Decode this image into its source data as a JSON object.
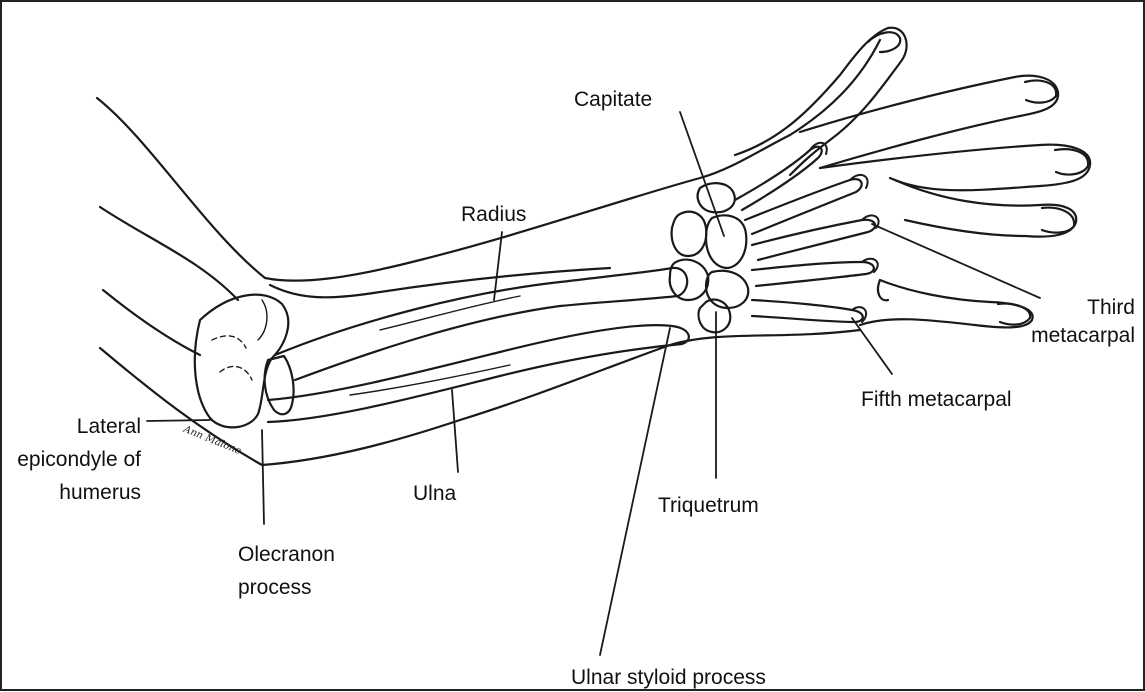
{
  "labels": {
    "capitate": "Capitate",
    "radius": "Radius",
    "third_metacarpal_line1": "Third",
    "third_metacarpal_line2": "metacarpal",
    "fifth_metacarpal": "Fifth metacarpal",
    "lateral_epicondyle_line1": "Lateral",
    "lateral_epicondyle_line2": "epicondyle of",
    "lateral_epicondyle_line3": "humerus",
    "ulna": "Ulna",
    "triquetrum": "Triquetrum",
    "olecranon_line1": "Olecranon",
    "olecranon_line2": "process",
    "ulnar_styloid": "Ulnar styloid process"
  },
  "signature": "Ann Malone",
  "colors": {
    "line": "#1a1a1a",
    "background": "#ffffff"
  }
}
